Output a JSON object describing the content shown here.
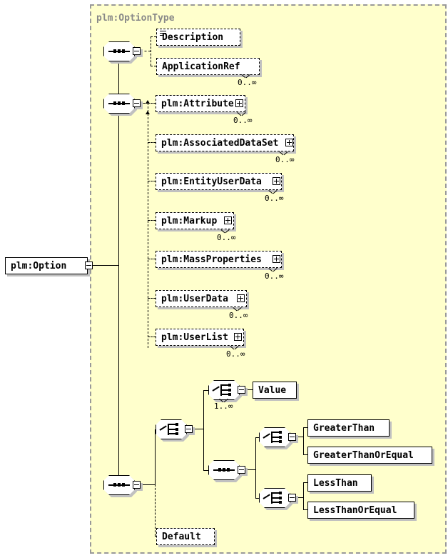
{
  "diagram": {
    "kind": "xsd-schema-diagram",
    "root_element": {
      "label": "plm:Option",
      "style": "solid",
      "expander": "minus"
    },
    "complex_type": {
      "title": "plm:OptionType",
      "background": "#ffffcc",
      "border_color": "#999999",
      "title_color": "#888888"
    },
    "groups": [
      {
        "compositor": "sequence",
        "name": "sequence-description-applicationref",
        "children": [
          {
            "label": "Description",
            "style": "dashed",
            "icon": "text-lines-icon",
            "occurrence": ""
          },
          {
            "label": "ApplicationRef",
            "style": "dashed",
            "occurrence": "0..∞"
          }
        ]
      },
      {
        "compositor": "sequence",
        "name": "sequence-plm-refs",
        "children": [
          {
            "label": "plm:Attribute",
            "style": "dashed",
            "expander": "plus",
            "occurrence": "0..∞"
          },
          {
            "label": "plm:AssociatedDataSet",
            "style": "dashed",
            "expander": "plus",
            "occurrence": "0..∞"
          },
          {
            "label": "plm:EntityUserData",
            "style": "dashed",
            "expander": "plus",
            "occurrence": "0..∞"
          },
          {
            "label": "plm:Markup",
            "style": "dashed",
            "expander": "plus",
            "occurrence": "0..∞"
          },
          {
            "label": "plm:MassProperties",
            "style": "dashed",
            "expander": "plus",
            "occurrence": "0..∞"
          },
          {
            "label": "plm:UserData",
            "style": "dashed",
            "expander": "plus",
            "occurrence": "0..∞"
          },
          {
            "label": "plm:UserList",
            "style": "dashed",
            "expander": "plus",
            "occurrence": "0..∞"
          }
        ]
      },
      {
        "compositor": "sequence",
        "name": "sequence-value-default",
        "children": [
          {
            "compositor": "choice",
            "name": "choice-value-comparisons",
            "children": [
              {
                "compositor": "choice",
                "name": "choice-value",
                "occurrence": "1..∞",
                "children": [
                  {
                    "label": "Value",
                    "style": "solid"
                  }
                ]
              },
              {
                "compositor": "sequence",
                "name": "sequence-comparison-pairs",
                "children": [
                  {
                    "compositor": "choice",
                    "name": "choice-greater",
                    "children": [
                      {
                        "label": "GreaterThan",
                        "style": "solid"
                      },
                      {
                        "label": "GreaterThanOrEqual",
                        "style": "solid"
                      }
                    ]
                  },
                  {
                    "compositor": "choice",
                    "name": "choice-less",
                    "children": [
                      {
                        "label": "LessThan",
                        "style": "solid"
                      },
                      {
                        "label": "LessThanOrEqual",
                        "style": "solid"
                      }
                    ]
                  }
                ]
              }
            ]
          },
          {
            "label": "Default",
            "style": "dashed",
            "occurrence": ""
          }
        ]
      }
    ],
    "labels": {
      "root": "plm:Option",
      "type_title": "plm:OptionType",
      "description": "Description",
      "application_ref": "ApplicationRef",
      "attribute": "plm:Attribute",
      "associated_data_set": "plm:AssociatedDataSet",
      "entity_user_data": "plm:EntityUserData",
      "markup": "plm:Markup",
      "mass_properties": "plm:MassProperties",
      "user_data": "plm:UserData",
      "user_list": "plm:UserList",
      "value": "Value",
      "greater_than": "GreaterThan",
      "greater_than_or_equal": "GreaterThanOrEqual",
      "less_than": "LessThan",
      "less_than_or_equal": "LessThanOrEqual",
      "default": "Default"
    },
    "occurrences": {
      "unbounded": "0..∞",
      "one_or_more": "1..∞"
    }
  }
}
